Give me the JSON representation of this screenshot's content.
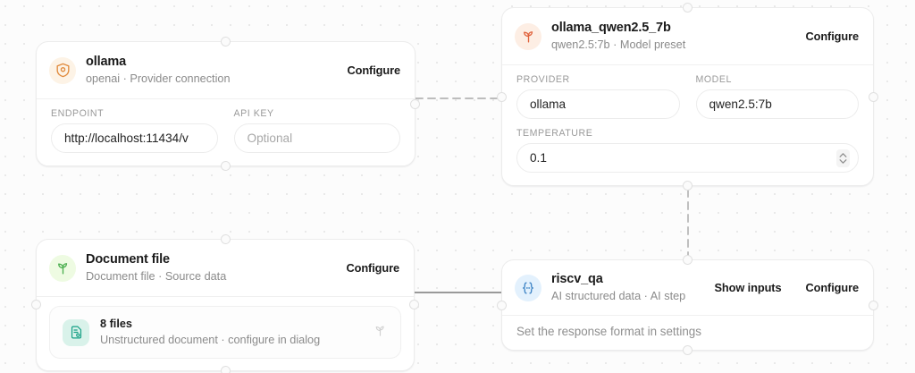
{
  "canvas": {
    "background": "#fcfcfc",
    "grid_dot_color": "#e9e9e9"
  },
  "nodes": [
    {
      "id": "ollama-provider",
      "icon": "shield-icon",
      "title": "ollama",
      "subtitle": "openai · Provider connection",
      "configure_label": "Configure",
      "fields": [
        {
          "label": "ENDPOINT",
          "value": "http://localhost:11434/v",
          "placeholder": ""
        },
        {
          "label": "API KEY",
          "value": "",
          "placeholder": "Optional"
        }
      ]
    },
    {
      "id": "ollama-qwen-preset",
      "icon": "sprout-icon",
      "title": "ollama_qwen2.5_7b",
      "subtitle": "qwen2.5:7b · Model preset",
      "configure_label": "Configure",
      "fields": [
        {
          "label": "PROVIDER",
          "value": "ollama",
          "placeholder": ""
        },
        {
          "label": "MODEL",
          "value": "qwen2.5:7b",
          "placeholder": ""
        },
        {
          "label": "TEMPERATURE",
          "value": "0.1",
          "placeholder": "",
          "stepper": true
        }
      ]
    },
    {
      "id": "document-file-source",
      "icon": "sprout-icon",
      "title": "Document file",
      "subtitle": "Document file · Source data",
      "configure_label": "Configure",
      "subcard": {
        "icon": "document-icon",
        "title": "8 files",
        "subtitle": "Unstructured document · configure in dialog",
        "trailing_icon": "sprout-icon"
      }
    },
    {
      "id": "riscv-qa-step",
      "icon": "braces-icon",
      "title": "riscv_qa",
      "subtitle": "AI structured data · AI step",
      "show_inputs_label": "Show inputs",
      "configure_label": "Configure",
      "hint": "Set the response format in settings"
    }
  ],
  "edges": [
    {
      "id": "provider-to-preset",
      "style": "dashed",
      "color": "#bdbdbd"
    },
    {
      "id": "preset-to-riscv",
      "style": "dashed",
      "color": "#bdbdbd"
    },
    {
      "id": "document-to-riscv",
      "style": "solid",
      "color": "#9a9a9a"
    }
  ]
}
